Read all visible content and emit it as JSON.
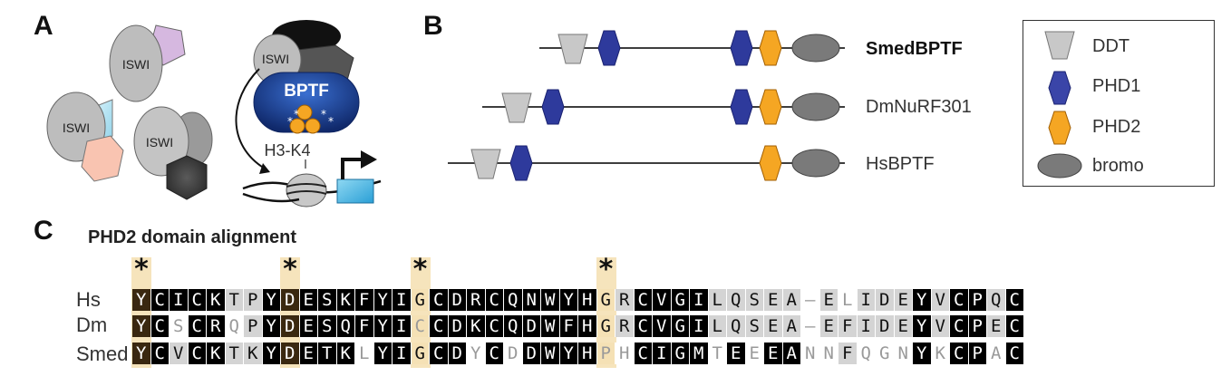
{
  "panels": {
    "a": "A",
    "b": "B",
    "c": "C"
  },
  "panel_a": {
    "complex_label": "ISWI",
    "bptf_label": "BPTF",
    "histone_mark": "H3-K4",
    "star_glyph": "*"
  },
  "panel_b": {
    "proteins": [
      {
        "name": "SmedBPTF",
        "bold": true
      },
      {
        "name": "DmNuRF301",
        "bold": false
      },
      {
        "name": "HsBPTF",
        "bold": false
      }
    ],
    "legend": [
      {
        "label": "DDT",
        "icon": "ddt-trapezoid-icon",
        "color": "#c8c8c8"
      },
      {
        "label": "PHD1",
        "icon": "phd1-hexagon-icon",
        "color": "#2e3a9c"
      },
      {
        "label": "PHD2",
        "icon": "phd2-hexagon-icon",
        "color": "#f5a623"
      },
      {
        "label": "bromo",
        "icon": "bromo-ellipse-icon",
        "color": "#7a7a7a"
      }
    ]
  },
  "panel_c": {
    "title": "PHD2 domain alignment",
    "star": "*",
    "highlight_columns": [
      0,
      8,
      15,
      25
    ],
    "rows": [
      {
        "species": "Hs",
        "residues": [
          "Y",
          "C",
          "I",
          "C",
          "K",
          "T",
          "P",
          "Y",
          "D",
          "E",
          "S",
          "K",
          "F",
          "Y",
          "I",
          "G",
          "C",
          "D",
          "R",
          "C",
          "Q",
          "N",
          "W",
          "Y",
          "H",
          "G",
          "R",
          "C",
          "V",
          "G",
          "I",
          "L",
          "Q",
          "S",
          "E",
          "A",
          "–",
          "E",
          "L",
          "I",
          "D",
          "E",
          "Y",
          "V",
          "C",
          "P",
          "Q",
          "C"
        ],
        "shade": [
          "b",
          "b",
          "b",
          "b",
          "b",
          "g",
          "g",
          "b",
          "b",
          "b",
          "b",
          "b",
          "b",
          "b",
          "b",
          "g",
          "b",
          "b",
          "b",
          "b",
          "b",
          "b",
          "b",
          "b",
          "b",
          "g",
          "g",
          "b",
          "b",
          "b",
          "b",
          "g",
          "g",
          "g",
          "g",
          "g",
          "w",
          "g",
          "w",
          "g",
          "g",
          "g",
          "b",
          "g",
          "b",
          "b",
          "g",
          "b"
        ]
      },
      {
        "species": "Dm",
        "residues": [
          "Y",
          "C",
          "S",
          "C",
          "R",
          "Q",
          "P",
          "Y",
          "D",
          "E",
          "S",
          "Q",
          "F",
          "Y",
          "I",
          "C",
          "C",
          "D",
          "K",
          "C",
          "Q",
          "D",
          "W",
          "F",
          "H",
          "G",
          "R",
          "C",
          "V",
          "G",
          "I",
          "L",
          "Q",
          "S",
          "E",
          "A",
          "–",
          "E",
          "F",
          "I",
          "D",
          "E",
          "Y",
          "V",
          "C",
          "P",
          "E",
          "C"
        ],
        "shade": [
          "b",
          "b",
          "w",
          "b",
          "b",
          "w",
          "g",
          "b",
          "b",
          "b",
          "b",
          "b",
          "b",
          "b",
          "b",
          "w",
          "b",
          "b",
          "b",
          "b",
          "b",
          "b",
          "b",
          "b",
          "b",
          "g",
          "g",
          "b",
          "b",
          "b",
          "b",
          "g",
          "g",
          "g",
          "g",
          "g",
          "w",
          "g",
          "g",
          "g",
          "g",
          "g",
          "b",
          "g",
          "b",
          "b",
          "g",
          "b"
        ]
      },
      {
        "species": "Smed",
        "residues": [
          "Y",
          "C",
          "V",
          "C",
          "K",
          "T",
          "K",
          "Y",
          "D",
          "E",
          "T",
          "K",
          "L",
          "Y",
          "I",
          "G",
          "C",
          "D",
          "Y",
          "C",
          "D",
          "D",
          "W",
          "Y",
          "H",
          "P",
          "H",
          "C",
          "I",
          "G",
          "M",
          "T",
          "E",
          "E",
          "E",
          "A",
          "N",
          "N",
          "F",
          "Q",
          "G",
          "N",
          "Y",
          "K",
          "C",
          "P",
          "A",
          "C"
        ],
        "shade": [
          "b",
          "b",
          "g",
          "b",
          "b",
          "g",
          "g",
          "b",
          "b",
          "b",
          "b",
          "b",
          "w",
          "b",
          "b",
          "g",
          "b",
          "b",
          "w",
          "b",
          "w",
          "b",
          "b",
          "b",
          "b",
          "w",
          "w",
          "b",
          "b",
          "b",
          "b",
          "w",
          "b",
          "w",
          "b",
          "b",
          "w",
          "w",
          "g",
          "w",
          "w",
          "w",
          "b",
          "w",
          "b",
          "b",
          "w",
          "b"
        ]
      }
    ]
  },
  "colors": {
    "phd1": "#2e3a9c",
    "phd2": "#f5a623",
    "bptf": "#1e3f8f",
    "bromo": "#7a7a7a",
    "ddt": "#c8c8c8"
  }
}
